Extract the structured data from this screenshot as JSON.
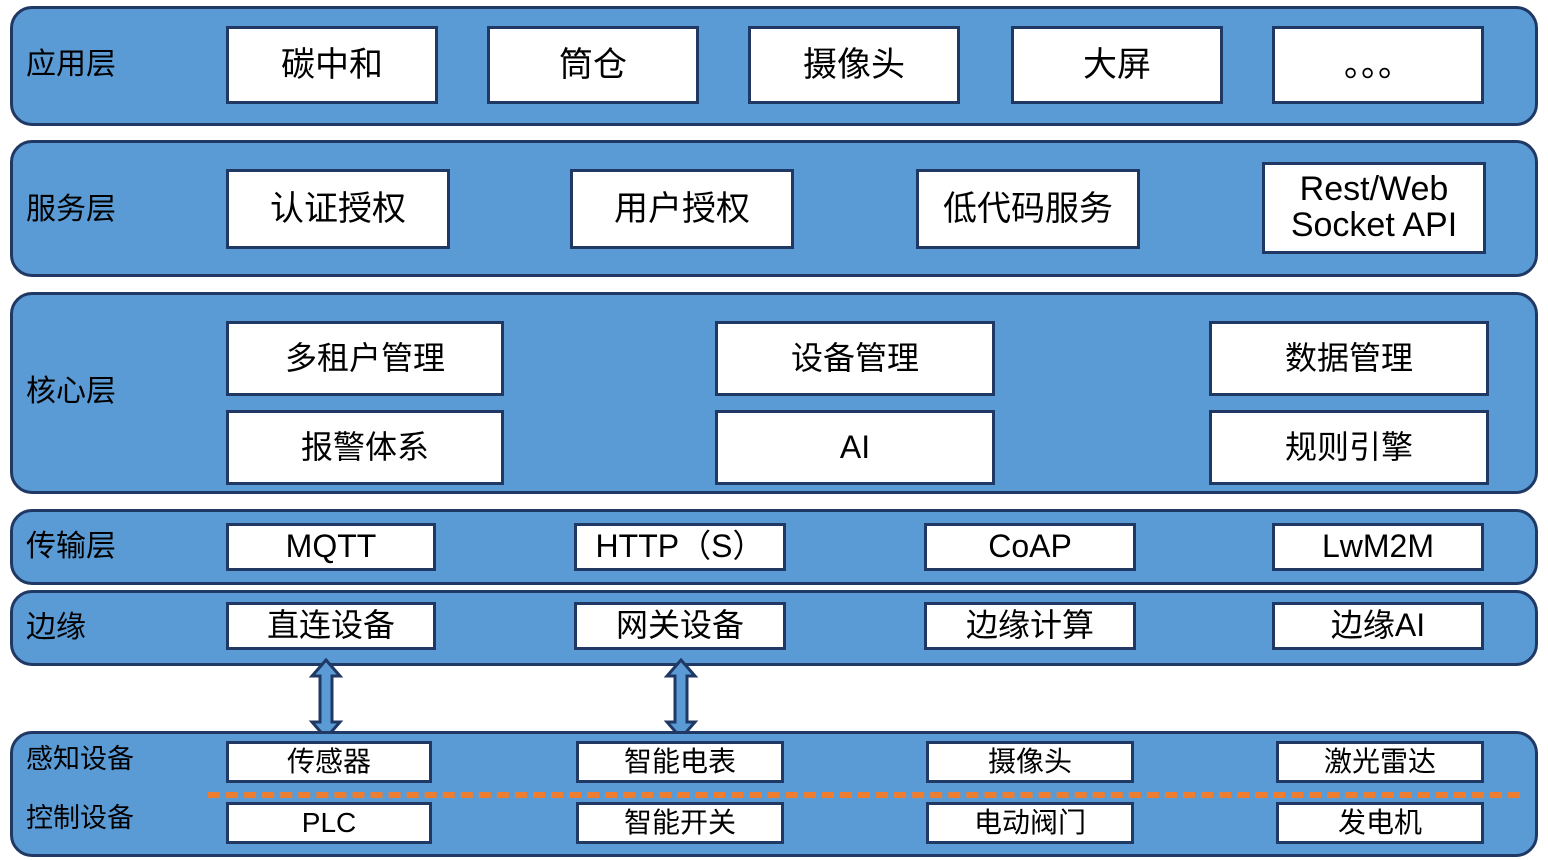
{
  "diagram": {
    "title": "IoT Platform Layered Architecture",
    "colors": {
      "panel_fill": "#5B9BD5",
      "panel_border": "#1F3864",
      "box_fill": "#FFFFFF",
      "box_border": "#1F3864",
      "divider": "#ED7D31",
      "arrow_fill": "#5B9BD5",
      "arrow_border": "#1F3864",
      "background": "#FFFFFF"
    }
  },
  "layers": [
    {
      "id": "application",
      "label": "应用层",
      "boxes": [
        {
          "label": "碳中和"
        },
        {
          "label": "筒仓"
        },
        {
          "label": "摄像头"
        },
        {
          "label": "大屏"
        },
        {
          "label": "。。。"
        }
      ]
    },
    {
      "id": "service",
      "label": "服务层",
      "boxes": [
        {
          "label": "认证授权"
        },
        {
          "label": "用户授权"
        },
        {
          "label": "低代码服务"
        },
        {
          "label": "Rest/Web Socket API",
          "line1": "Rest/Web",
          "line2": "Socket API"
        }
      ]
    },
    {
      "id": "core",
      "label": "核心层",
      "boxes_row1": [
        {
          "label": "多租户管理"
        },
        {
          "label": "设备管理"
        },
        {
          "label": "数据管理"
        }
      ],
      "boxes_row2": [
        {
          "label": "报警体系"
        },
        {
          "label": "AI"
        },
        {
          "label": "规则引擎"
        }
      ]
    },
    {
      "id": "transport",
      "label": "传输层",
      "boxes": [
        {
          "label": "MQTT"
        },
        {
          "label": "HTTP（S）"
        },
        {
          "label": "CoAP"
        },
        {
          "label": "LwM2M"
        }
      ]
    },
    {
      "id": "edge",
      "label": "边缘",
      "boxes": [
        {
          "label": "直连设备"
        },
        {
          "label": "网关设备"
        },
        {
          "label": "边缘计算"
        },
        {
          "label": "边缘AI"
        }
      ]
    },
    {
      "id": "device",
      "label_sensing": "感知设备",
      "label_control": "控制设备",
      "sensing_boxes": [
        {
          "label": "传感器"
        },
        {
          "label": "智能电表"
        },
        {
          "label": "摄像头"
        },
        {
          "label": "激光雷达"
        }
      ],
      "control_boxes": [
        {
          "label": "PLC"
        },
        {
          "label": "智能开关"
        },
        {
          "label": "电动阀门"
        },
        {
          "label": "发电机"
        }
      ]
    }
  ],
  "connectors": [
    {
      "name": "direct-device-to-sensor",
      "type": "double-arrow-vertical"
    },
    {
      "name": "gateway-device-to-meter",
      "type": "double-arrow-vertical"
    }
  ]
}
